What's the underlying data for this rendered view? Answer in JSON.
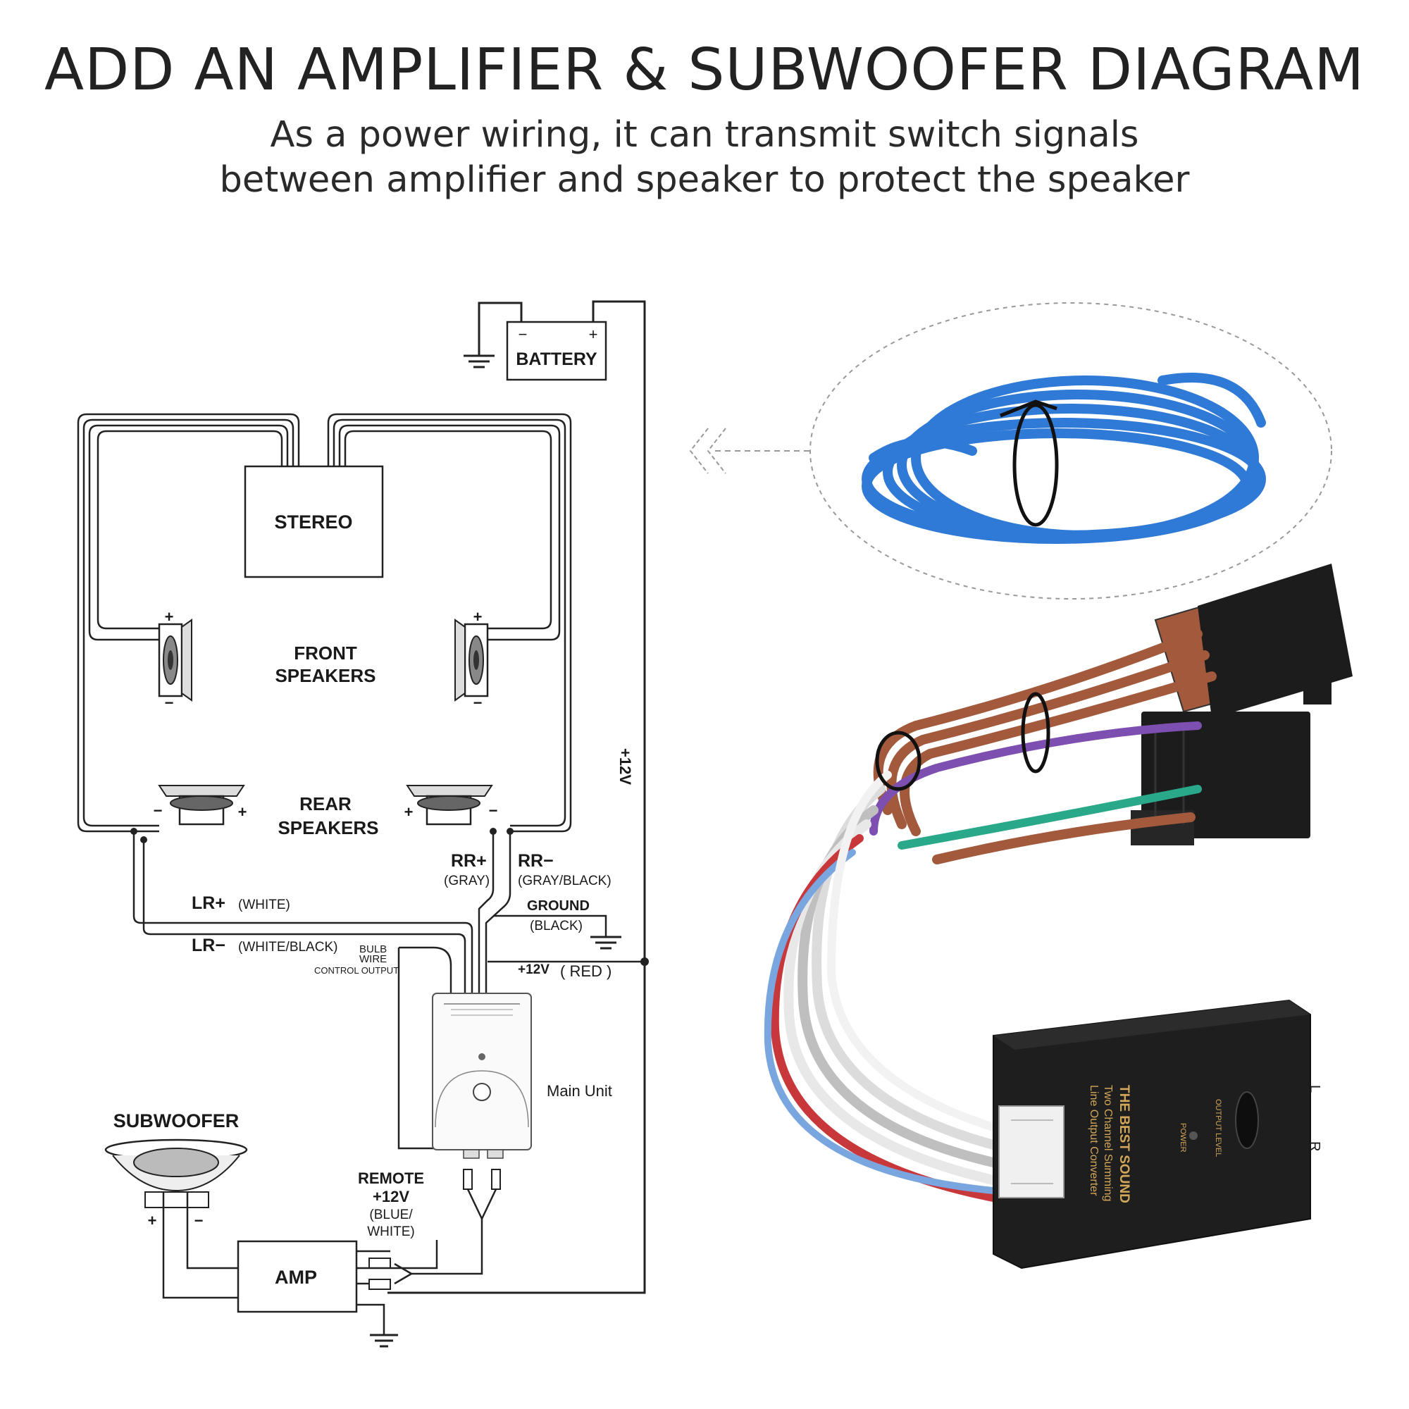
{
  "header": {
    "title": "ADD AN AMPLIFIER & SUBWOOFER DIAGRAM",
    "subtitle_line1": "As a power wiring, it can transmit switch signals",
    "subtitle_line2": "between amplifier and speaker to protect the speaker"
  },
  "diagram": {
    "battery": "BATTERY",
    "stereo": "STEREO",
    "front_speakers_1": "FRONT",
    "front_speakers_2": "SPEAKERS",
    "rear_speakers_1": "REAR",
    "rear_speakers_2": "SPEAKERS",
    "plus_12v": "+12V",
    "rr_plus": "RR+",
    "rr_plus_color": "(GRAY)",
    "rr_minus": "RR−",
    "rr_minus_color": "(GRAY/BLACK)",
    "lr_plus": "LR+",
    "lr_plus_color": "(WHITE)",
    "lr_minus": "LR−",
    "lr_minus_color": "(WHITE/BLACK)",
    "ground": "GROUND",
    "ground_color": "(BLACK)",
    "bulb_1": "BULB",
    "bulb_2": "WIRE",
    "bulb_3": "CONTROL OUTPUT",
    "red_12v": "+12V",
    "red_label": "( RED )",
    "main_unit": "Main Unit",
    "subwoofer": "SUBWOOFER",
    "remote_1": "REMOTE",
    "remote_2": "+12V",
    "remote_3": "(BLUE/",
    "remote_4": "WHITE)",
    "amp": "AMP",
    "plus": "+",
    "minus": "−"
  },
  "device": {
    "brand": "THE BEST SOUND",
    "line1": "Two Channel Summing",
    "line2": "Line Output Converter",
    "power": "POWER",
    "output_level": "OUTPUT LEVEL",
    "left": "L",
    "right": "R"
  },
  "colors": {
    "blue_wire": "#2f7ad6",
    "brown_wire": "#a35a3c",
    "purple_wire": "#7d4fb0",
    "teal_wire": "#2aa98a",
    "red_wire": "#c8373a",
    "connector": "#1c1c1c",
    "text": "#222222"
  }
}
